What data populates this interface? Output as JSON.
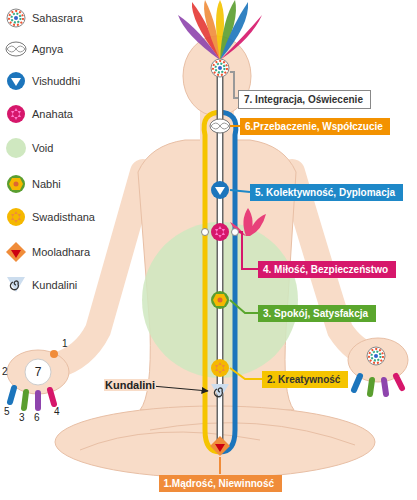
{
  "diagram": {
    "nodes": [
      {
        "text": [
          "7. Integracja, Oświecenie"
        ]
      },
      {
        "text": [
          "6.Przebaczenie, Współczucie"
        ]
      },
      {
        "text": [
          "5. Kolektywność, Dyplomacja"
        ]
      },
      {
        "text": [
          "4. Miłość, Bezpieczeństwo"
        ]
      },
      {
        "text": [
          "3. Spokój, Satysfakcja"
        ]
      },
      {
        "text": [
          "2. Kreatywność"
        ]
      },
      {
        "text": [
          "1.Mądrość, Niewinność"
        ]
      }
    ],
    "labels": [
      "Kundalini",
      "1",
      "2",
      "7",
      "5",
      "3",
      "6",
      "4"
    ],
    "legend": [
      {
        "text": "Sahasrara"
      },
      {
        "text": "Agnya"
      },
      {
        "text": "Vishuddhi"
      },
      {
        "text": "Anahata"
      },
      {
        "text": "Void",
        "color": "#cfe8c0"
      },
      {
        "text": "Nabhi"
      },
      {
        "text": "Swadisthana"
      },
      {
        "text": "Mooladhara"
      },
      {
        "text": "Kundalini"
      }
    ]
  }
}
